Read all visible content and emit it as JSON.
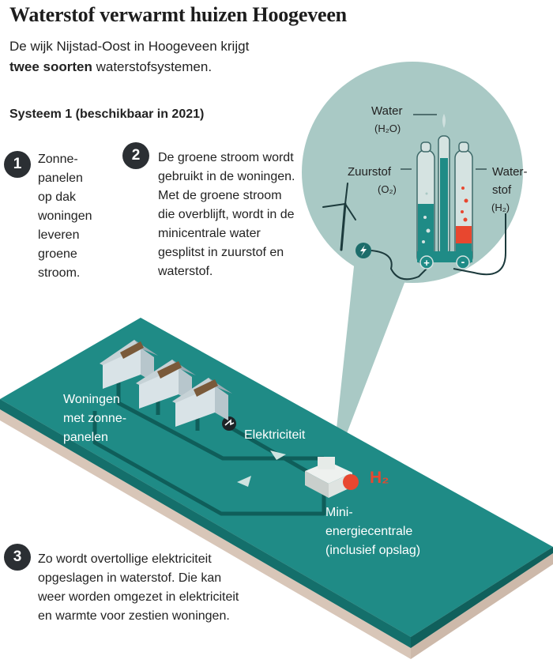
{
  "title": "Waterstof verwarmt huizen Hoogeveen",
  "intro": {
    "prefix": "De wijk Nijstad-Oost in Hoogeveen krijgt",
    "bold": "twee soorten",
    "suffix": "waterstofsystemen."
  },
  "system_heading": "Systeem 1 (beschikbaar in 2021)",
  "steps": [
    {
      "number": "1",
      "text": "Zonne-panelen op dak woningen leveren groene stroom."
    },
    {
      "number": "2",
      "text": "De groene stroom wordt gebruikt in de woningen. Met de groene stroom die overblijft, wordt in de minicentrale water gesplitst in zuurstof en waterstof."
    },
    {
      "number": "3",
      "text": "Zo wordt overtollige elektriciteit opgeslagen in waterstof. Die kan weer worden omgezet in elektriciteit en warmte voor zestien woningen."
    }
  ],
  "diagram": {
    "houses_label_l1": "Woningen",
    "houses_label_l2": "met zonne-",
    "houses_label_l3": "panelen",
    "electricity_label": "Elektriciteit",
    "plant_label_l1": "Mini-",
    "plant_label_l2": "energiecentrale",
    "plant_label_l3": "(inclusief opslag)",
    "h2_label": "H₂"
  },
  "zoom": {
    "water_label": "Water",
    "water_formula": "(H₂O)",
    "oxygen_label": "Zuurstof",
    "oxygen_formula": "(O₂)",
    "hydrogen_label_l1": "Water-",
    "hydrogen_label_l2": "stof",
    "hydrogen_formula": "(H₂)",
    "plus": "+",
    "minus": "-"
  },
  "colors": {
    "teal_board": "#1f8b86",
    "teal_dark": "#0f6b67",
    "beige_edge": "#e6d9cf",
    "zoom_circle": "#a9c9c5",
    "accent_red": "#e8472f",
    "text_dark": "#222222"
  }
}
